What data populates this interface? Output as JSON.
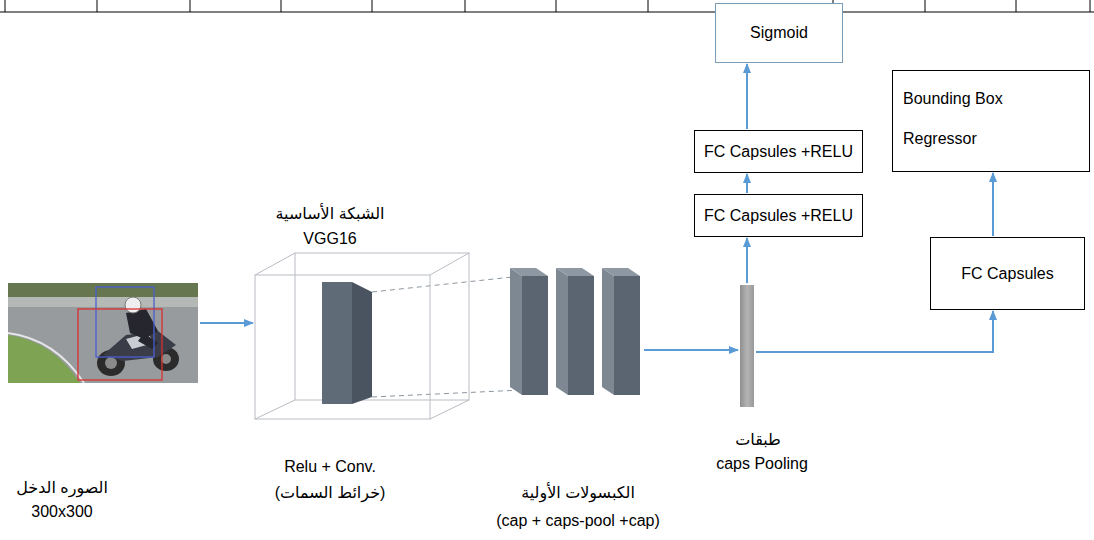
{
  "diagram": {
    "nodes": [
      {
        "text": [
          "الصوره الدخل",
          "300x300"
        ]
      },
      {
        "text": [
          "الشبكة الأساسية",
          "VGG16",
          "Relu + Conv.",
          "(خرائط السمات)"
        ]
      },
      {
        "text": [
          "الكبسولات الأولية",
          "(cap + caps-pool +cap)"
        ]
      },
      {
        "text": [
          "طبقات",
          "caps Pooling"
        ]
      },
      {
        "text": [
          "FC Capsules +RELU"
        ]
      },
      {
        "text": [
          "FC Capsules +RELU"
        ]
      },
      {
        "text": [
          "Sigmoid"
        ]
      },
      {
        "text": [
          "FC Capsules"
        ]
      },
      {
        "text": [
          "Bounding Box Regressor"
        ]
      }
    ],
    "edges": [
      {
        "from": 0,
        "to": 1,
        "arrow": "to"
      },
      {
        "from": 1,
        "to": 2,
        "arrow": "none"
      },
      {
        "from": 2,
        "to": 3,
        "arrow": "to"
      },
      {
        "from": 3,
        "to": 4,
        "arrow": "to"
      },
      {
        "from": 4,
        "to": 5,
        "arrow": "to"
      },
      {
        "from": 5,
        "to": 6,
        "arrow": "to"
      },
      {
        "from": 3,
        "to": 7,
        "arrow": "to"
      },
      {
        "from": 7,
        "to": 8,
        "arrow": "to"
      }
    ]
  }
}
